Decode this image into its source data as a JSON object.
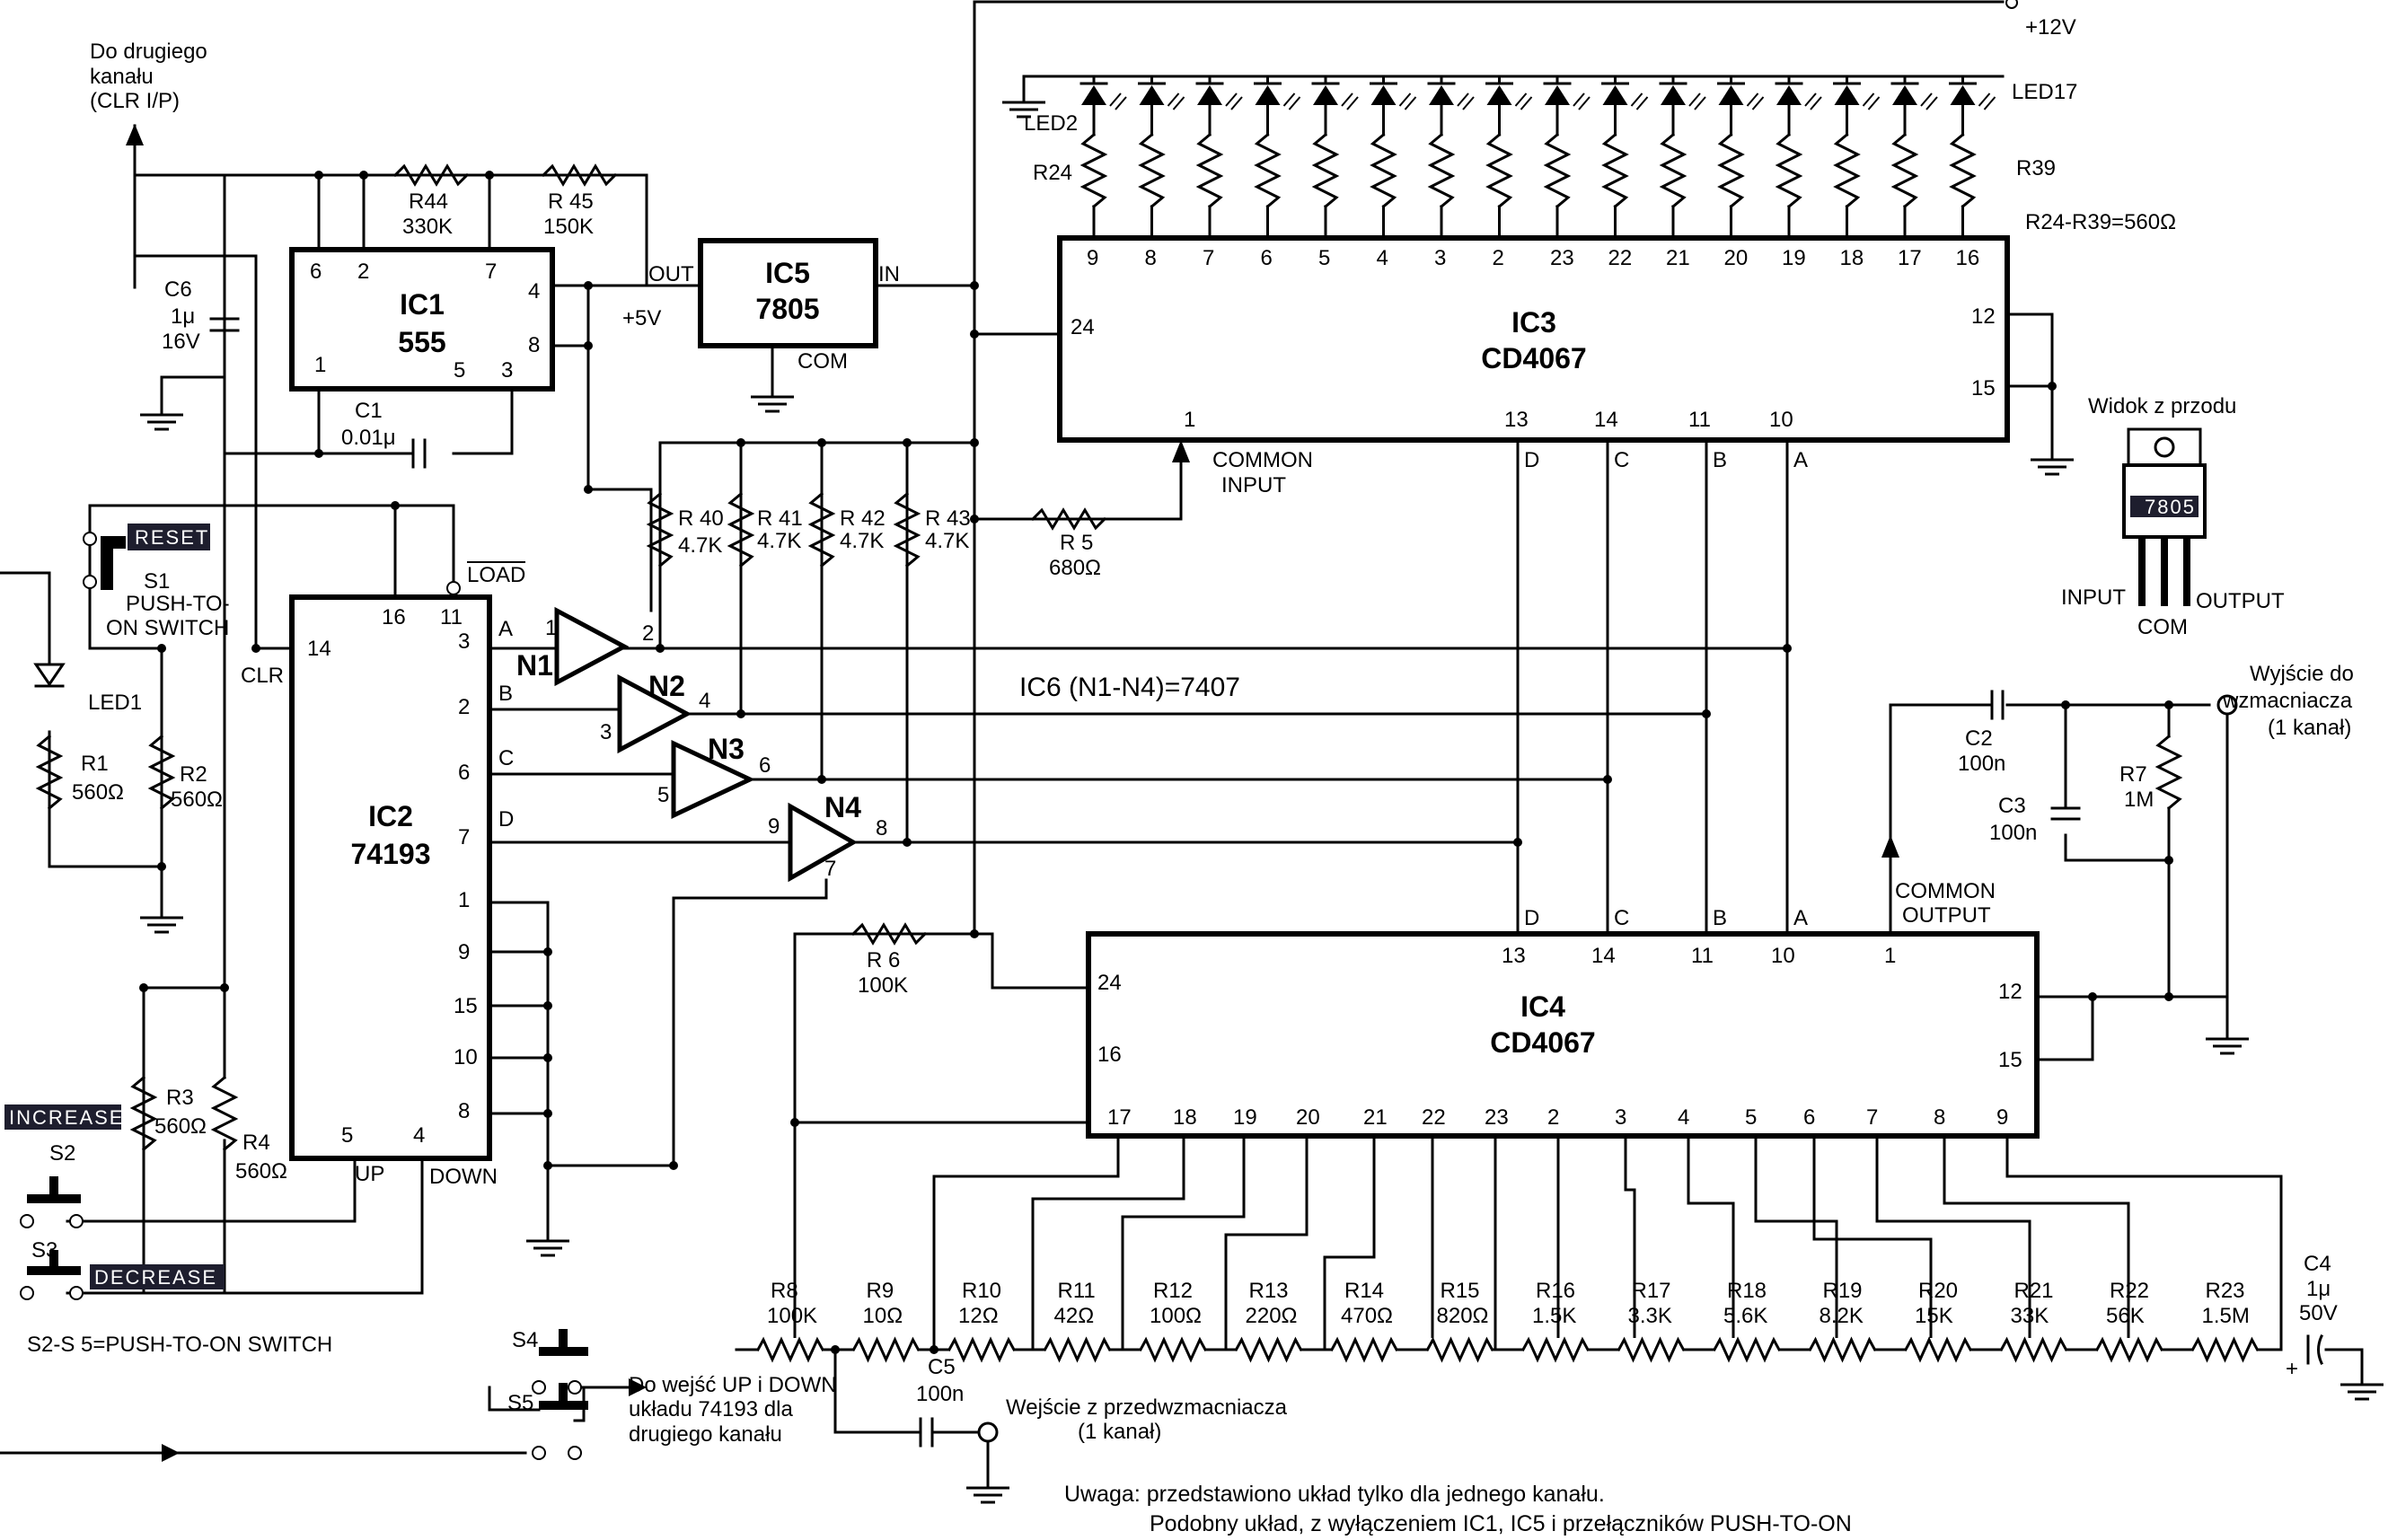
{
  "top_left_note": [
    "Do drugiego",
    "kanału",
    "(CLR I/P)"
  ],
  "supply": "+12V",
  "supply_5v": "+5V",
  "ics": {
    "ic1": {
      "name": "IC1",
      "type": "555",
      "pins": [
        "6",
        "2",
        "7",
        "4",
        "8",
        "1",
        "5",
        "3"
      ]
    },
    "ic5": {
      "name": "IC5",
      "type": "7805",
      "out": "OUT",
      "in": "IN",
      "com": "COM"
    },
    "ic3": {
      "name": "IC3",
      "type": "CD4067",
      "top_pins": [
        "9",
        "8",
        "7",
        "6",
        "5",
        "4",
        "3",
        "2",
        "23",
        "22",
        "21",
        "20",
        "19",
        "18",
        "17",
        "16"
      ],
      "left_pin": "24",
      "right_pins": [
        "12",
        "15"
      ],
      "bottom_pins": [
        "1",
        "13",
        "14",
        "11",
        "10"
      ],
      "common_input": [
        "COMMON",
        "INPUT"
      ],
      "sel": [
        "D",
        "C",
        "B",
        "A"
      ]
    },
    "ic2": {
      "name": "IC2",
      "type": "74193",
      "pins": [
        "16",
        "11",
        "14",
        "3",
        "2",
        "6",
        "7",
        "1",
        "9",
        "15",
        "10",
        "8",
        "5",
        "4"
      ],
      "outs": [
        "A",
        "B",
        "C",
        "D"
      ],
      "load": "LOAD",
      "clr": "CLR",
      "up": "UP",
      "down": "DOWN"
    },
    "ic6": "IC6 (N1-N4)=7407",
    "gates": [
      {
        "name": "N1",
        "in": "1",
        "out": "2"
      },
      {
        "name": "N2",
        "in": "3",
        "out": "4"
      },
      {
        "name": "N3",
        "in": "5",
        "out": "6"
      },
      {
        "name": "N4",
        "in": "9",
        "out": "8",
        "extra": "7"
      }
    ],
    "ic4": {
      "name": "IC4",
      "type": "CD4067",
      "top_pins": [
        "24",
        "16",
        "13",
        "14",
        "11",
        "10",
        "1",
        "12",
        "15"
      ],
      "bottom_pins": [
        "17",
        "18",
        "19",
        "20",
        "21",
        "22",
        "23",
        "2",
        "3",
        "4",
        "5",
        "6",
        "7",
        "8",
        "9"
      ],
      "common_output": [
        "COMMON",
        "OUTPUT"
      ],
      "sel": [
        "D",
        "C",
        "B",
        "A"
      ]
    }
  },
  "resistors": {
    "r44": [
      "R44",
      "330K"
    ],
    "r45": [
      "R 45",
      "150K"
    ],
    "r24": "R24",
    "r39": "R39",
    "r24_39": "R24-R39=560Ω",
    "r40": [
      "R 40",
      "4.7K"
    ],
    "r41": [
      "R 41",
      "4.7K"
    ],
    "r42": [
      "R 42",
      "4.7K"
    ],
    "r43": [
      "R 43",
      "4.7K"
    ],
    "r5": [
      "R 5",
      "680Ω"
    ],
    "r6": [
      "R 6",
      "100K"
    ],
    "r1": [
      "R1",
      "560Ω"
    ],
    "r2": [
      "R2",
      "560Ω"
    ],
    "r3": [
      "R3",
      "560Ω"
    ],
    "r4": [
      "R4",
      "560Ω"
    ],
    "r7": [
      "R7",
      "1M"
    ],
    "ladder": [
      [
        "R8",
        "100K"
      ],
      [
        "R9",
        "10Ω"
      ],
      [
        "R10",
        "12Ω"
      ],
      [
        "R11",
        "42Ω"
      ],
      [
        "R12",
        "100Ω"
      ],
      [
        "R13",
        "220Ω"
      ],
      [
        "R14",
        "470Ω"
      ],
      [
        "R15",
        "820Ω"
      ],
      [
        "R16",
        "1.5K"
      ],
      [
        "R17",
        "3.3K"
      ],
      [
        "R18",
        "5.6K"
      ],
      [
        "R19",
        "8.2K"
      ],
      [
        "R20",
        "15K"
      ],
      [
        "R21",
        "33K"
      ],
      [
        "R22",
        "56K"
      ],
      [
        "R23",
        "1.5M"
      ]
    ]
  },
  "capacitors": {
    "c6": [
      "C6",
      "1μ",
      "16V"
    ],
    "c1": [
      "C1",
      "0.01μ"
    ],
    "c2": [
      "C2",
      "100n"
    ],
    "c3": [
      "C3",
      "100n"
    ],
    "c4": [
      "C4",
      "1μ",
      "50V"
    ],
    "c5": [
      "C5",
      "100n"
    ]
  },
  "leds": {
    "led2": "LED2",
    "led17": "LED17",
    "led1": "LED1"
  },
  "switches": {
    "reset": "RESET",
    "s1": [
      "S1",
      "PUSH-TO-",
      "ON SWITCH"
    ],
    "increase": "INCREASE",
    "s2": "S2",
    "s3": "S3",
    "decrease": "DECREASE",
    "s2_s5": "S2-S 5=PUSH-TO-ON SWITCH",
    "s4": "S4",
    "s5": "S5",
    "s45_note": [
      "Do wejść UP i DOWN",
      "układu 74193 dla",
      "drugiego kanału"
    ]
  },
  "reg_view": {
    "title": "Widok z przodu",
    "part": "7805",
    "input": "INPUT",
    "com": "COM",
    "output": "OUTPUT"
  },
  "output_note": [
    "Wyjście do",
    "wzmacniacza",
    "(1 kanał)"
  ],
  "input_note": [
    "Wejście z przedwzmacniacza",
    "(1 kanał)"
  ],
  "plus_sign": "+",
  "footer": [
    "Uwaga: przedstawiono układ tylko dla jednego kanału.",
    "Podobny układ, z wyłączeniem IC1, IC5 i przełączników PUSH-TO-ON"
  ]
}
